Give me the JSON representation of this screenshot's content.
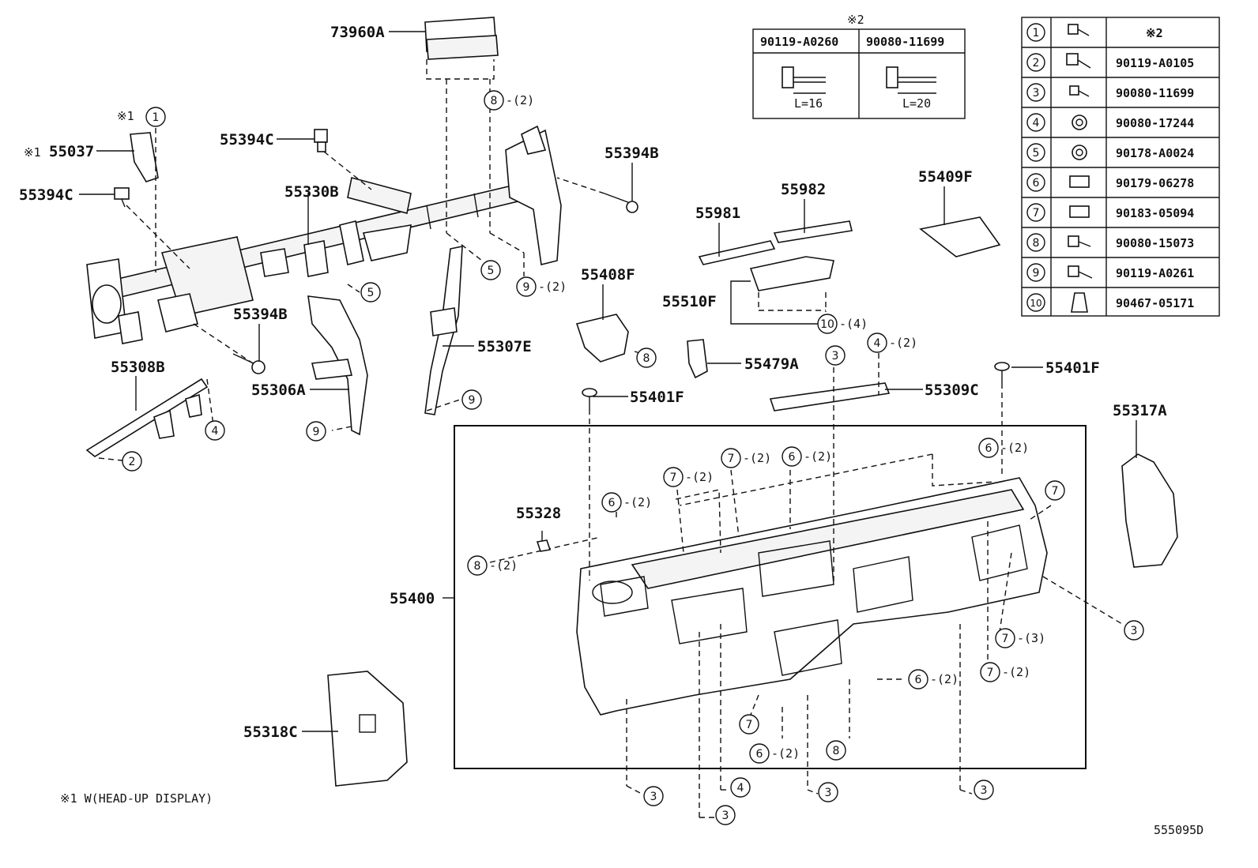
{
  "labels": {
    "p73960A": "73960A",
    "p55037": "55037",
    "p55394C_a": "55394C",
    "p55394C_b": "55394C",
    "p55330B": "55330B",
    "p55394B_a": "55394B",
    "p55394B_b": "55394B",
    "p55308B": "55308B",
    "p55306A": "55306A",
    "p55307E": "55307E",
    "p55408F": "55408F",
    "p55479A": "55479A",
    "p55401F_a": "55401F",
    "p55401F_b": "55401F",
    "p55981": "55981",
    "p55982": "55982",
    "p55409F": "55409F",
    "p55510F": "55510F",
    "p55309C": "55309C",
    "p55317A": "55317A",
    "p55328": "55328",
    "p55400": "55400",
    "p55318C": "55318C"
  },
  "notes": {
    "note1_mark": "※1",
    "note1_mark_b": "※1",
    "note1_footer": "※1 W(HEAD-UP DISPLAY)",
    "drawing_id": "555095D",
    "qty2": "-(2)",
    "qty3": "-(3)",
    "qty4": "-(4)"
  },
  "bolt_table": {
    "mark": "※2",
    "col1": "90119-A0260",
    "col2": "90080-11699",
    "len1": "L=16",
    "len2": "L=20"
  },
  "legend": {
    "rows": [
      {
        "num": "1",
        "part": "※2"
      },
      {
        "num": "2",
        "part": "90119-A0105"
      },
      {
        "num": "3",
        "part": "90080-11699"
      },
      {
        "num": "4",
        "part": "90080-17244"
      },
      {
        "num": "5",
        "part": "90178-A0024"
      },
      {
        "num": "6",
        "part": "90179-06278"
      },
      {
        "num": "7",
        "part": "90183-05094"
      },
      {
        "num": "8",
        "part": "90080-15073"
      },
      {
        "num": "9",
        "part": "90119-A0261"
      },
      {
        "num": "10",
        "part": "90467-05171"
      }
    ]
  }
}
